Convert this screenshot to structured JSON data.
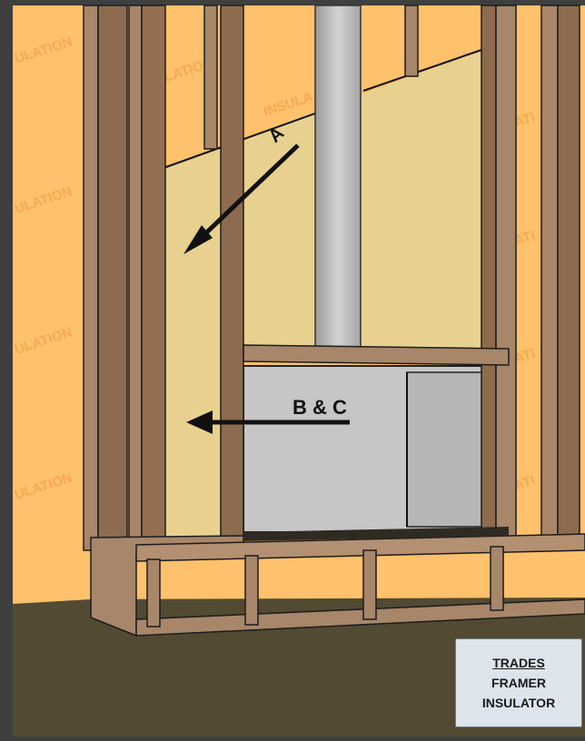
{
  "labels": {
    "arrow_a": "A",
    "arrow_bc": "B & C",
    "insulation_word": "INSULATION",
    "insulation_left": [
      "ULATION",
      "ULATION",
      "ULATION",
      "ULATION"
    ],
    "insulation_right": [
      "ATI",
      "ATI",
      "ATI",
      "ATI"
    ],
    "insulation_top": "LATIO",
    "insulation_mid": "INSULA"
  },
  "trades": {
    "title": "TRADES",
    "items": [
      "FRAMER",
      "INSULATOR"
    ]
  },
  "colors": {
    "insulation": "#ffc16b",
    "vapor_barrier": "#e8d18f",
    "wood": "#a8866a",
    "floor": "#524a33",
    "sheet_metal": "#c2c2c2",
    "background": "#3f3f3f"
  }
}
